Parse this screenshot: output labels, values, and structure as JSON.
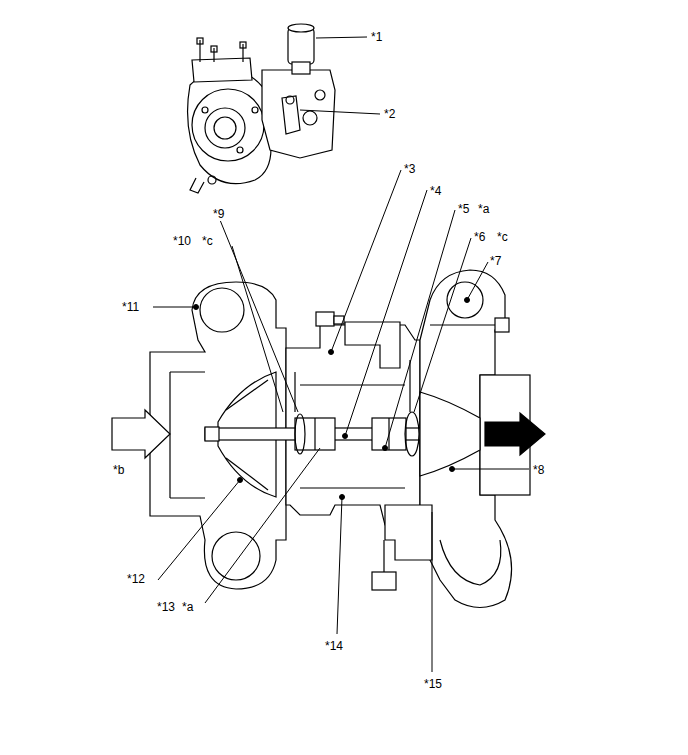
{
  "diagram": {
    "labels": [
      "*1",
      "*2",
      "*3",
      "*4",
      "*5",
      "*a",
      "*6",
      "*c",
      "*7",
      "*9",
      "*10",
      "*c",
      "*11",
      "*b",
      "*8",
      "*12",
      "*13",
      "*a",
      "*14",
      "*15"
    ]
  }
}
